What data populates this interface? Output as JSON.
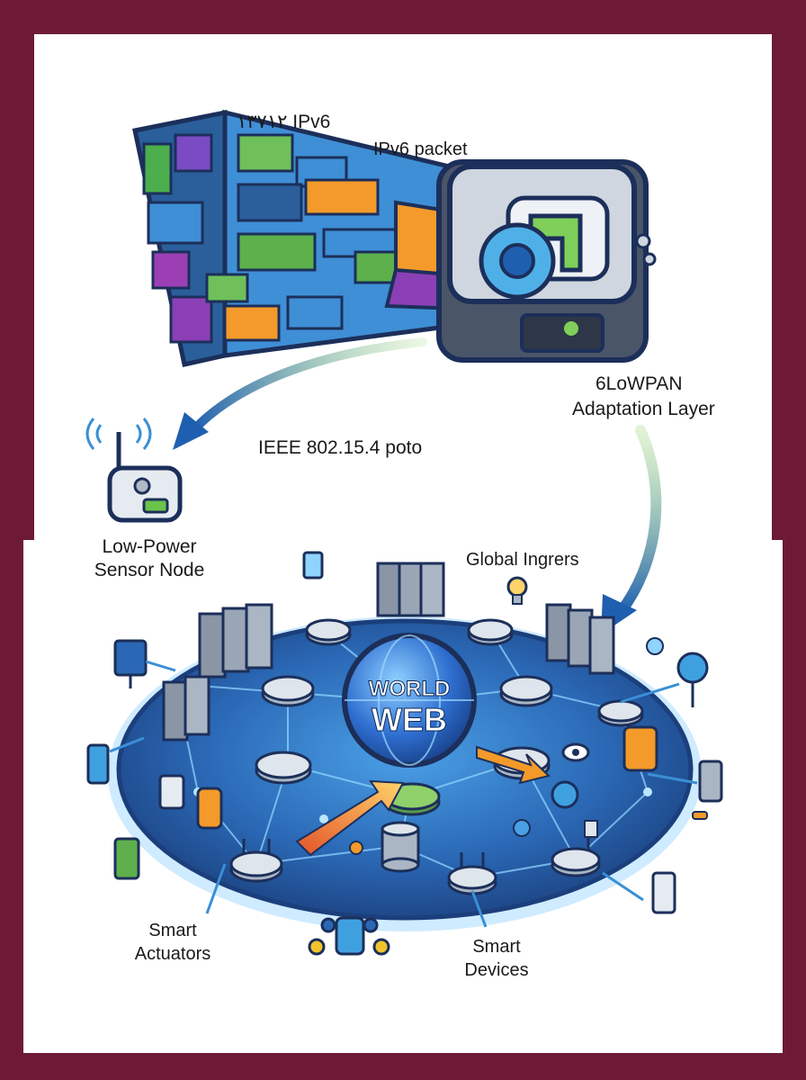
{
  "labels": {
    "ipv6_header": "۱۳۷۱۲ IPv6",
    "ipv6_packet": "IPv6 packet",
    "adaptation_line1": "6LoWPAN",
    "adaptation_line2": "Adaptation Layer",
    "ieee": "IEEE 802.15.4 poto",
    "sensor_line1": "Low-Power",
    "sensor_line2": "Sensor Node",
    "global": "Global Ingrers",
    "world_line1": "WORLD",
    "world_line2": "WEB",
    "actuators_line1": "Smart",
    "actuators_line2": "Actuators",
    "devices_line1": "Smart",
    "devices_line2": "Devices"
  },
  "colors": {
    "frame": "#6e1a37",
    "network_base": "#1f4f8f",
    "network_glow": "#7fd3ff",
    "globe": "#2f6fd0",
    "arrow_blue": "#1f5fb0",
    "arrow_orange": "#f39a2a"
  }
}
